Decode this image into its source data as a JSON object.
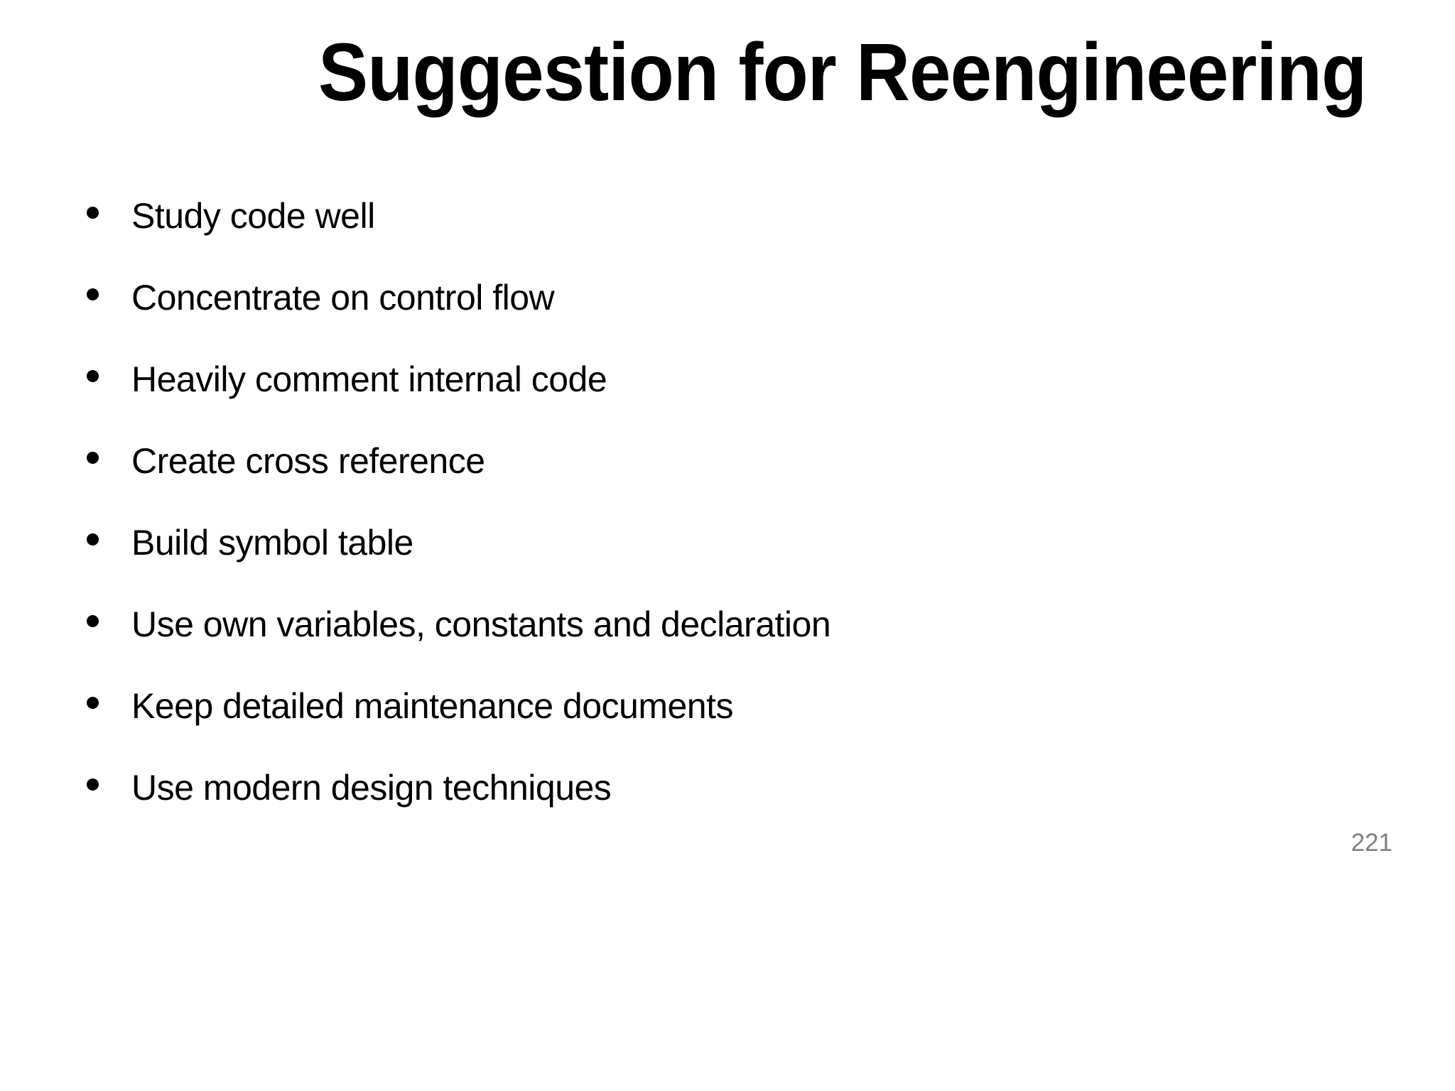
{
  "slide": {
    "title": "Suggestion for Reengineering",
    "bullets": [
      "Study code well",
      "Concentrate on control flow",
      "Heavily comment internal code",
      "Create cross reference",
      "Build symbol table",
      "Use own variables, constants and declaration",
      "Keep detailed maintenance documents",
      "Use modern design techniques"
    ],
    "page_number": "221",
    "colors": {
      "text": "#000000",
      "page_number": "#7f7f7f",
      "background": "#ffffff"
    }
  }
}
